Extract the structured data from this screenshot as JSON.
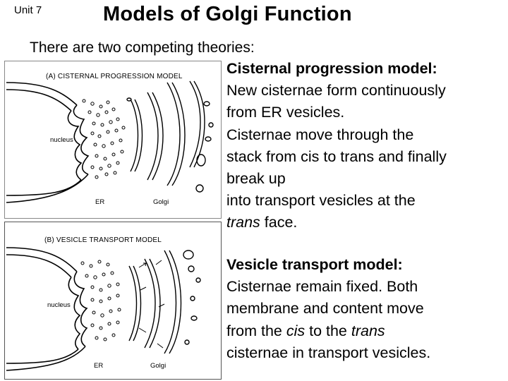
{
  "header": {
    "unit": "Unit 7",
    "title": "Models of Golgi Function",
    "subtitle": "There are two competing theories:"
  },
  "diagram_a": {
    "panel_title": "(A) CISTERNAL PROGRESSION MODEL",
    "nucleus_label": "nucleus",
    "er_label": "ER",
    "golgi_label": "Golgi"
  },
  "diagram_b": {
    "panel_title": "(B) VESICLE TRANSPORT MODEL",
    "nucleus_label": "nucleus",
    "er_label": "ER",
    "golgi_label": "Golgi"
  },
  "model1": {
    "heading": "Cisternal progression model:",
    "line1": "New cisternae form continuously",
    "line2": "from ER vesicles.",
    "line3": "Cisternae move through the",
    "line4": "stack from cis to trans and finally",
    "line5": "break up",
    "line6": "into transport vesicles at the",
    "line7_em": "trans",
    "line7_rest": " face."
  },
  "model2": {
    "heading": "Vesicle transport model:",
    "line1": "Cisternae remain fixed. Both",
    "line2": "membrane and content move",
    "line3_a": "from the ",
    "line3_em1": "cis",
    "line3_b": " to the ",
    "line3_em2": "trans",
    "line4": "cisternae in transport vesicles."
  }
}
